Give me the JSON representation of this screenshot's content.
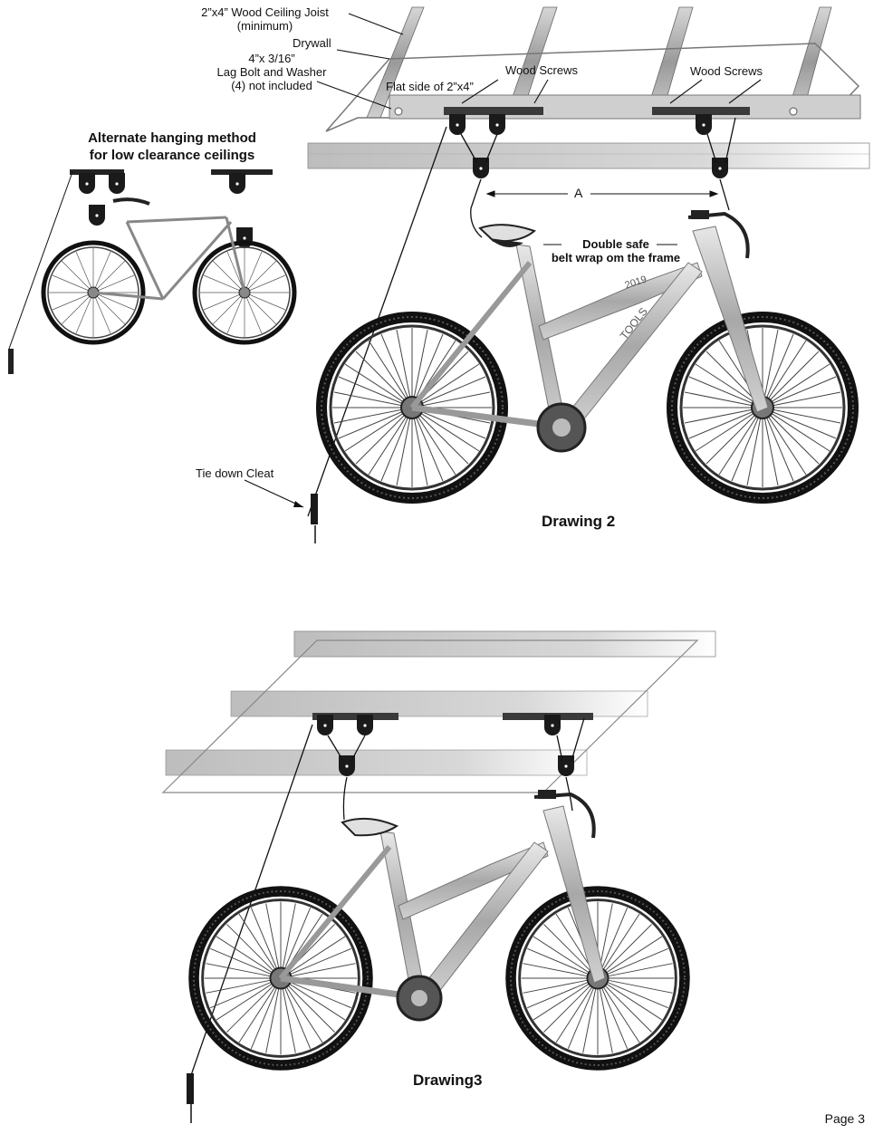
{
  "labels": {
    "joist": "2”x4” Wood Ceiling Joist",
    "joist_note": "(minimum)",
    "drywall": "Drywall",
    "lag_size": "4”x 3/16”",
    "lag_bolt": "Lag Bolt and Washer",
    "lag_note": "(4) not included",
    "flat_side": "Flat side of 2”x4”",
    "wood_screws_left": "Wood Screws",
    "wood_screws_right": "Wood Screws",
    "alt_method_line1": "Alternate hanging method",
    "alt_method_line2": "for low clearance ceilings",
    "dimension_a": "A",
    "belt_wrap_line1": "Double safe",
    "belt_wrap_line2": "belt wrap om the frame",
    "tie_down": "Tie down Cleat",
    "bike_brand": "TOOLS",
    "bike_year": "2019"
  },
  "drawings": {
    "drawing2": "Drawing 2",
    "drawing3": "Drawing3"
  },
  "footer": {
    "page": "Page 3"
  }
}
